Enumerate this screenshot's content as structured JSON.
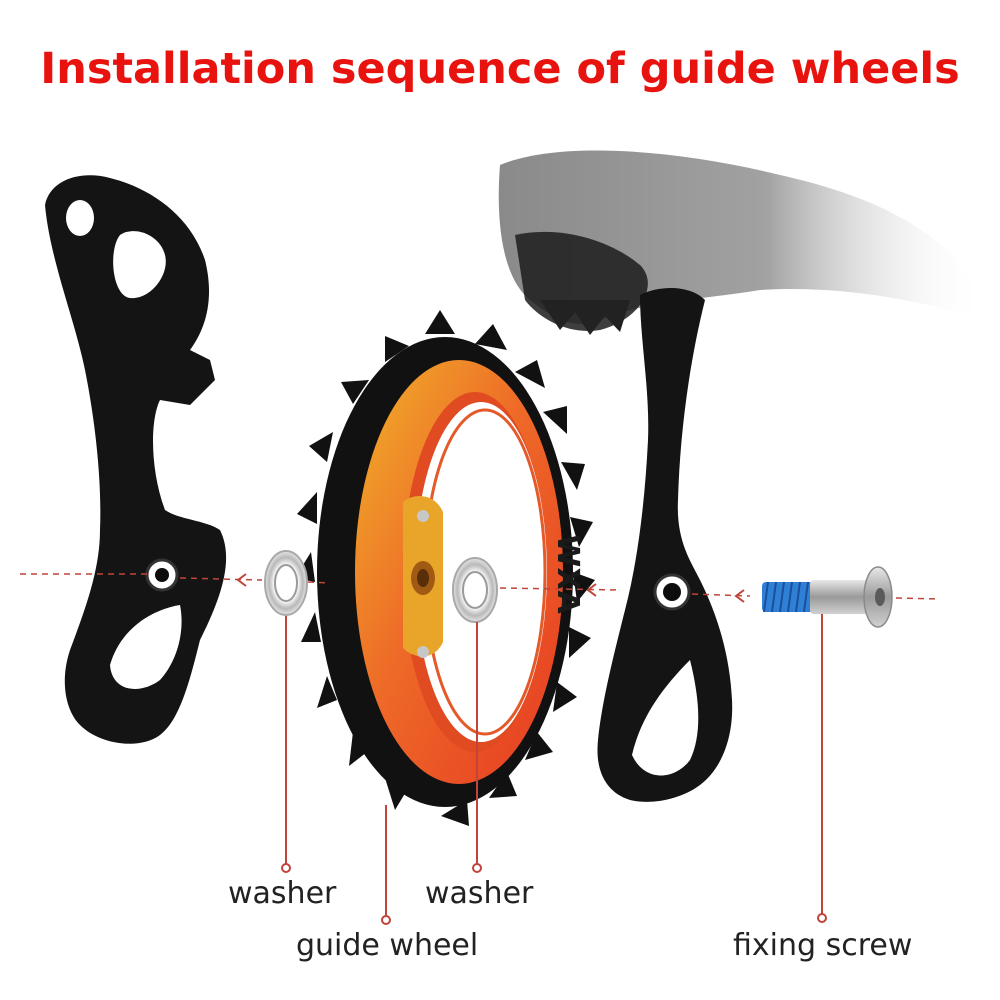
{
  "title": "Installation sequence of guide wheels",
  "brand_mark": "WXA",
  "labels": {
    "washer_left": "washer",
    "washer_right": "washer",
    "guide_wheel": "guide wheel",
    "fixing_screw": "fixing screw"
  },
  "colors": {
    "title": "#e8130f",
    "leader_line": "#c0443a",
    "pulley_gold": "#e39a2a",
    "pulley_red": "#e8452a",
    "cage_black": "#141414",
    "screw_thread": "#2f7fd6"
  }
}
